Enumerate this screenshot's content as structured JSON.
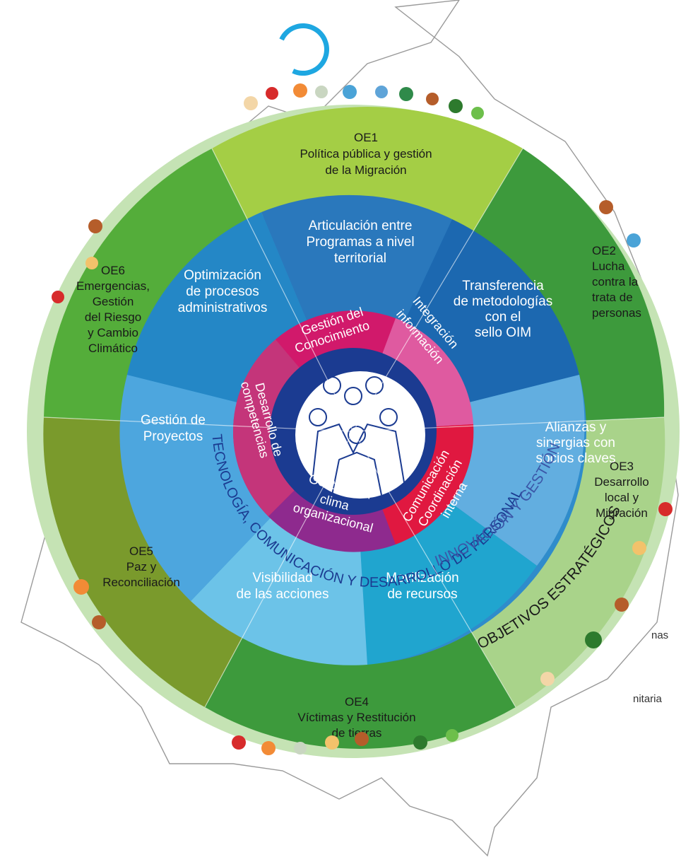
{
  "left_fragments": {
    "text1": "nas",
    "text2": "nitaria"
  },
  "outer": {
    "oe1": {
      "code": "OE1",
      "line1": "Política pública y gestión",
      "line2": "de la Migración"
    },
    "oe2": {
      "code": "OE2",
      "lines": [
        "Lucha",
        "contra la",
        "trata de",
        "personas"
      ]
    },
    "oe3": {
      "code": "OE3",
      "lines": [
        "Desarrollo",
        "local y",
        "Migración"
      ]
    },
    "oe4": {
      "code": "OE4",
      "line1": "Víctimas y Restitución",
      "line2": "de tierras"
    },
    "oe5": {
      "code": "OE5",
      "lines": [
        "Paz y",
        "Reconciliación"
      ]
    },
    "oe6": {
      "code": "OE6",
      "lines": [
        "Emergencias,",
        "Gestión",
        "del Riesgo",
        "y Cambio",
        "Climático"
      ]
    }
  },
  "middle": {
    "articulacion": [
      "Articulación entre",
      "Programas a nivel",
      "territorial"
    ],
    "transferencia": [
      "Transferencia",
      "de metodologías",
      "con el",
      "sello OIM"
    ],
    "alianzas": [
      "Alianzas y",
      "sinergias con",
      "socios claves"
    ],
    "movilizacion": [
      "Movilización",
      "de recursos"
    ],
    "visibilidad": [
      "Visibilidad",
      "de las acciones"
    ],
    "proyectos": [
      "Gestión de",
      "Proyectos"
    ],
    "optimizacion": [
      "Optimización",
      "de procesos",
      "administrativos"
    ]
  },
  "inner": {
    "conocimiento": [
      "Gestión del",
      "Conocimiento"
    ],
    "integracion": [
      "Integración",
      "información"
    ],
    "comunicacion": [
      "Comunicación",
      "Coordinación",
      "interna"
    ],
    "clima": [
      "Gestión del",
      "clima",
      "organizacional"
    ],
    "competencias": [
      "Desarrollo de",
      "competencias"
    ]
  },
  "arcs": {
    "tecnologia": "TECNOLOGÍA, COMUNICACIÓN Y DESARROLLO DE PERSONAL",
    "innovacion": "INNOVACIÓN Y GESTIÓN",
    "objetivos": "OBJETIVOS ESTRATÉGICOS"
  },
  "colors": {
    "outer_ring": "#c5e3b4",
    "oe1": "#a4ce45",
    "oe2": "#3d9a3c",
    "oe3": "#a9d38a",
    "oe4": "#3d9a3c",
    "oe5": "#7a9a2c",
    "oe6": "#54ad3a",
    "inner_pink": "#d1196b",
    "inner_purple": "#8e2a8e",
    "inner_red": "#e01840",
    "center_navy": "#1b3b91",
    "logo_blue": "#1ea7e1"
  }
}
